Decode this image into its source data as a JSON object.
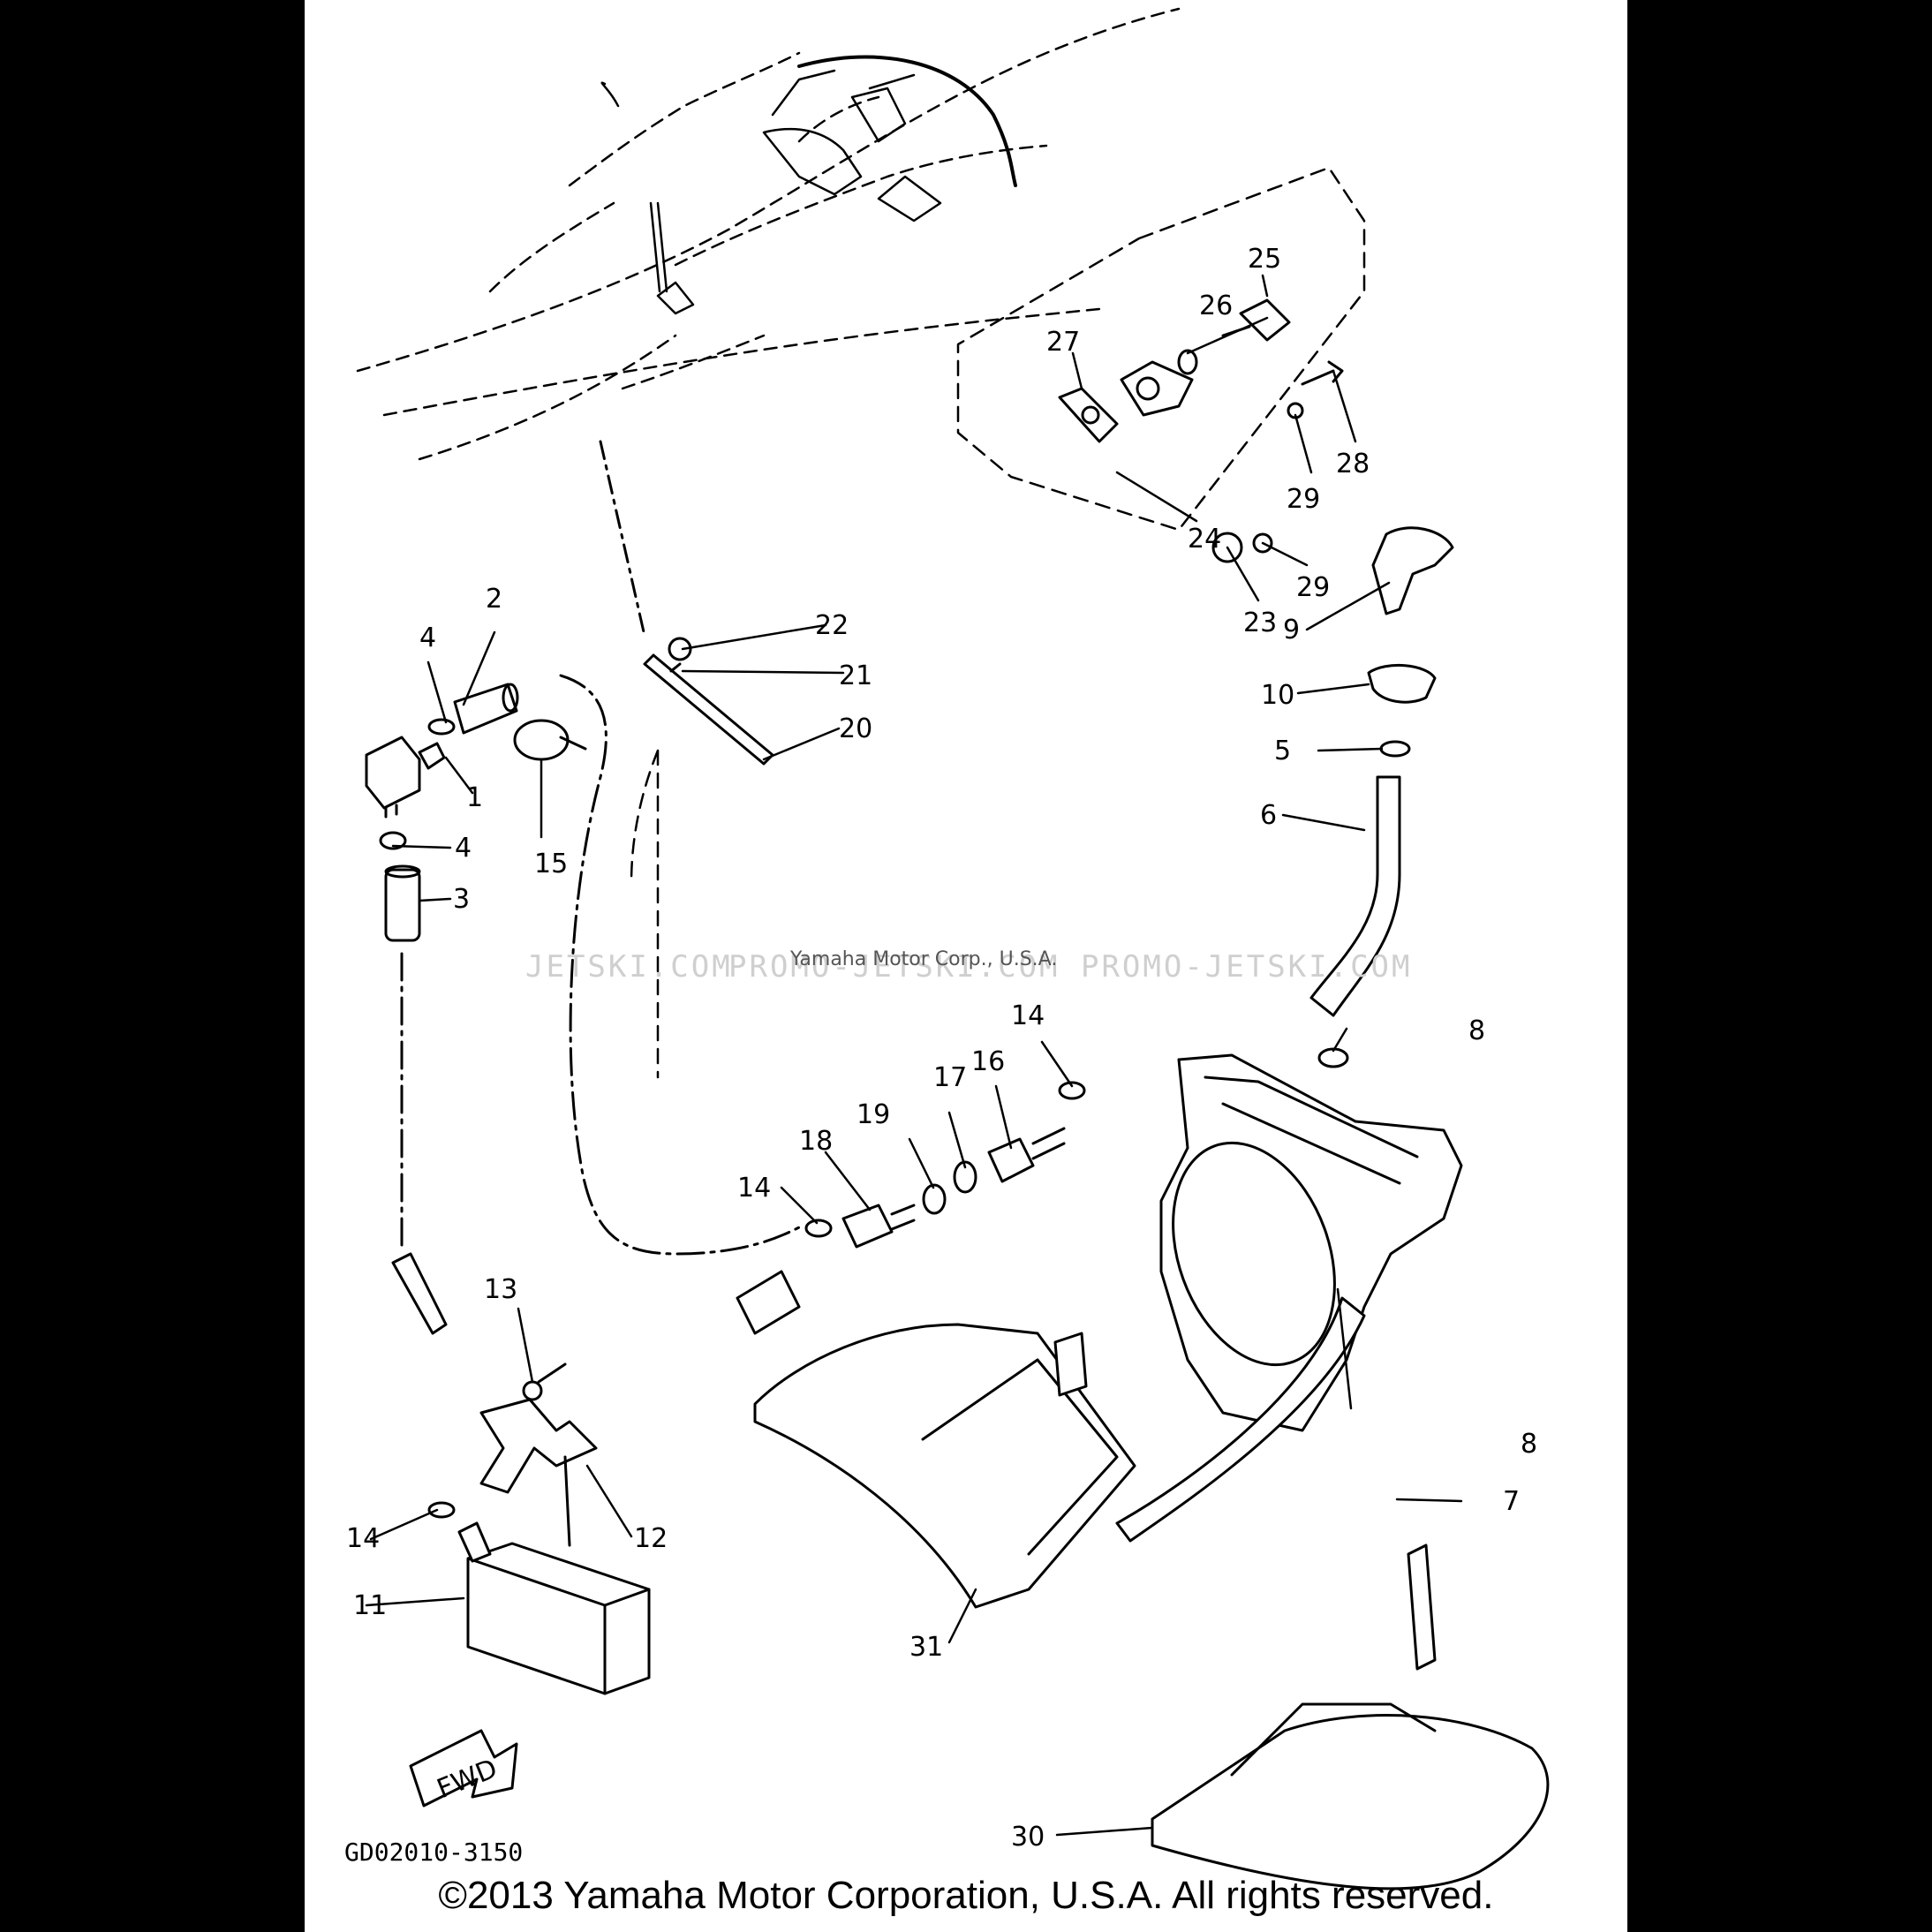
{
  "diagram": {
    "copyright": "©2013 Yamaha Motor Corporation, U.S.A. All rights reserved.",
    "figure_code": "GD02010-3150",
    "watermark_left": "JETSKI.COM",
    "watermark_right": "PROMO-JETSKI.COM  PROMO-JETSKI.COM",
    "watermark_small": "Yamaha Motor Corp., U.S.A.",
    "fwd_label": "FWD",
    "callouts": [
      {
        "id": "c1",
        "label": "1"
      },
      {
        "id": "c2",
        "label": "2"
      },
      {
        "id": "c3",
        "label": "3"
      },
      {
        "id": "c4a",
        "label": "4"
      },
      {
        "id": "c4b",
        "label": "4"
      },
      {
        "id": "c5",
        "label": "5"
      },
      {
        "id": "c6",
        "label": "6"
      },
      {
        "id": "c7",
        "label": "7"
      },
      {
        "id": "c8a",
        "label": "8"
      },
      {
        "id": "c8b",
        "label": "8"
      },
      {
        "id": "c9",
        "label": "9"
      },
      {
        "id": "c10",
        "label": "10"
      },
      {
        "id": "c11",
        "label": "11"
      },
      {
        "id": "c12",
        "label": "12"
      },
      {
        "id": "c13",
        "label": "13"
      },
      {
        "id": "c14a",
        "label": "14"
      },
      {
        "id": "c14b",
        "label": "14"
      },
      {
        "id": "c14c",
        "label": "14"
      },
      {
        "id": "c15",
        "label": "15"
      },
      {
        "id": "c16",
        "label": "16"
      },
      {
        "id": "c17",
        "label": "17"
      },
      {
        "id": "c18",
        "label": "18"
      },
      {
        "id": "c19",
        "label": "19"
      },
      {
        "id": "c20",
        "label": "20"
      },
      {
        "id": "c21",
        "label": "21"
      },
      {
        "id": "c22",
        "label": "22"
      },
      {
        "id": "c23",
        "label": "23"
      },
      {
        "id": "c24",
        "label": "24"
      },
      {
        "id": "c25",
        "label": "25"
      },
      {
        "id": "c26",
        "label": "26"
      },
      {
        "id": "c27",
        "label": "27"
      },
      {
        "id": "c28",
        "label": "28"
      },
      {
        "id": "c29a",
        "label": "29"
      },
      {
        "id": "c29b",
        "label": "29"
      },
      {
        "id": "c30",
        "label": "30"
      },
      {
        "id": "c31",
        "label": "31"
      }
    ]
  }
}
